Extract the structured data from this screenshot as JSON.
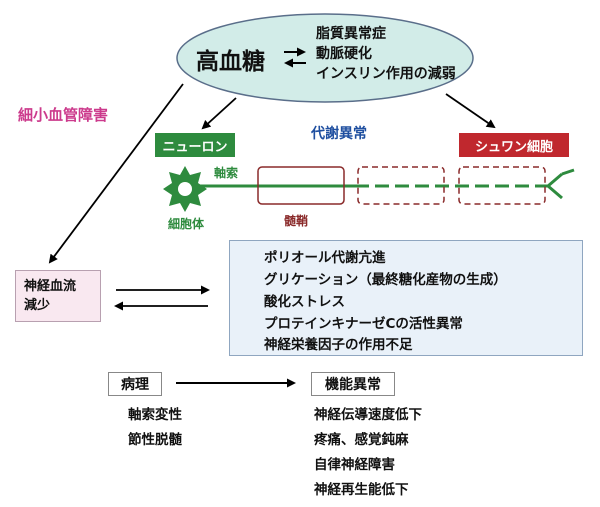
{
  "center": {
    "title": "高血糖",
    "causes": [
      "脂質異常症",
      "動脈硬化",
      "インスリン作用の減弱"
    ]
  },
  "microvascular": {
    "label": "細小血管障害"
  },
  "metabolic": {
    "label": "代謝異常"
  },
  "neuron": {
    "tag": "ニューロン",
    "axon_label": "軸索",
    "cell_body_label": "細胞体",
    "myelin_label": "髄鞘"
  },
  "schwann": {
    "tag": "シュワン細胞"
  },
  "blood_flow": {
    "lines": [
      "神経血流",
      "減少"
    ]
  },
  "mechanisms": [
    "ポリオール代謝亢進",
    "グリケーション（最終糖化産物の生成）",
    "酸化ストレス",
    "プロテインキナーゼCの活性異常",
    "神経栄養因子の作用不足"
  ],
  "pathology": {
    "title": "病理",
    "items": [
      "軸索変性",
      "節性脱髄"
    ]
  },
  "functional": {
    "title": "機能異常",
    "items": [
      "神経伝導速度低下",
      "疼痛、感覚鈍麻",
      "自律神経障害",
      "神経再生能低下"
    ]
  },
  "colors": {
    "ellipse_fill": "#d2ece8",
    "neuron_green": "#2e8b3e",
    "schwann_red": "#c0282e",
    "myelin_brown": "#8a2a2a",
    "micro_pink": "#cc3a8c",
    "metabolic_blue": "#1f4fa0",
    "mechanism_box": "#e9f1f9",
    "blood_box": "#f9e8f0"
  }
}
